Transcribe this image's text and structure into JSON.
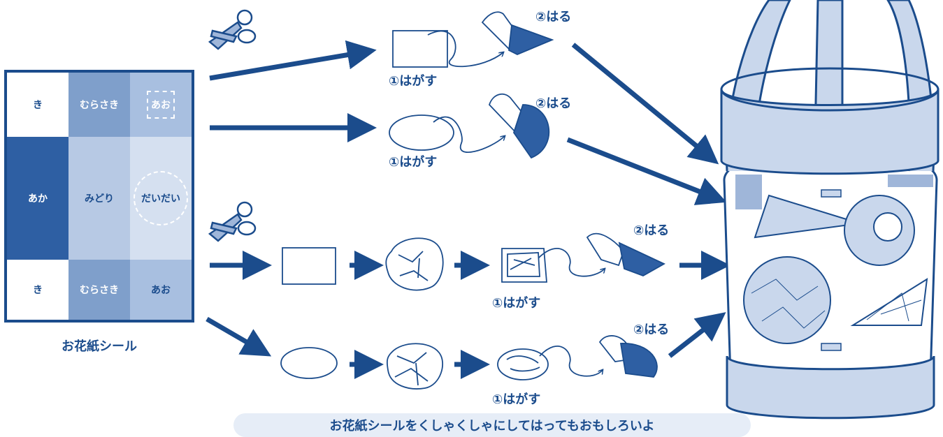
{
  "sheet": {
    "label": "お花紙シール",
    "cells": [
      {
        "text": "き",
        "color": "#ffffff"
      },
      {
        "text": "むらさき",
        "color": "#7f9fcb"
      },
      {
        "text": "あお",
        "color": "#a8bfe0"
      },
      {
        "text": "あか",
        "color": "#2e5fa3"
      },
      {
        "text": "みどり",
        "color": "#b7c9e4"
      },
      {
        "text": "だいだい",
        "color": "#d5e0f0"
      },
      {
        "text": "き",
        "color": "#ffffff"
      },
      {
        "text": "むらさき",
        "color": "#7f9fcb"
      },
      {
        "text": "あお",
        "color": "#a8bfe0"
      }
    ]
  },
  "steps": {
    "peel": "①はがす",
    "stick": "②はる"
  },
  "footer": "お花紙シールをくしゃくしゃにしてはってもおもしろいよ",
  "colors": {
    "primary": "#1b4c8c",
    "fill_dark": "#2e5fa3",
    "fill_light": "#c9d7ec"
  }
}
